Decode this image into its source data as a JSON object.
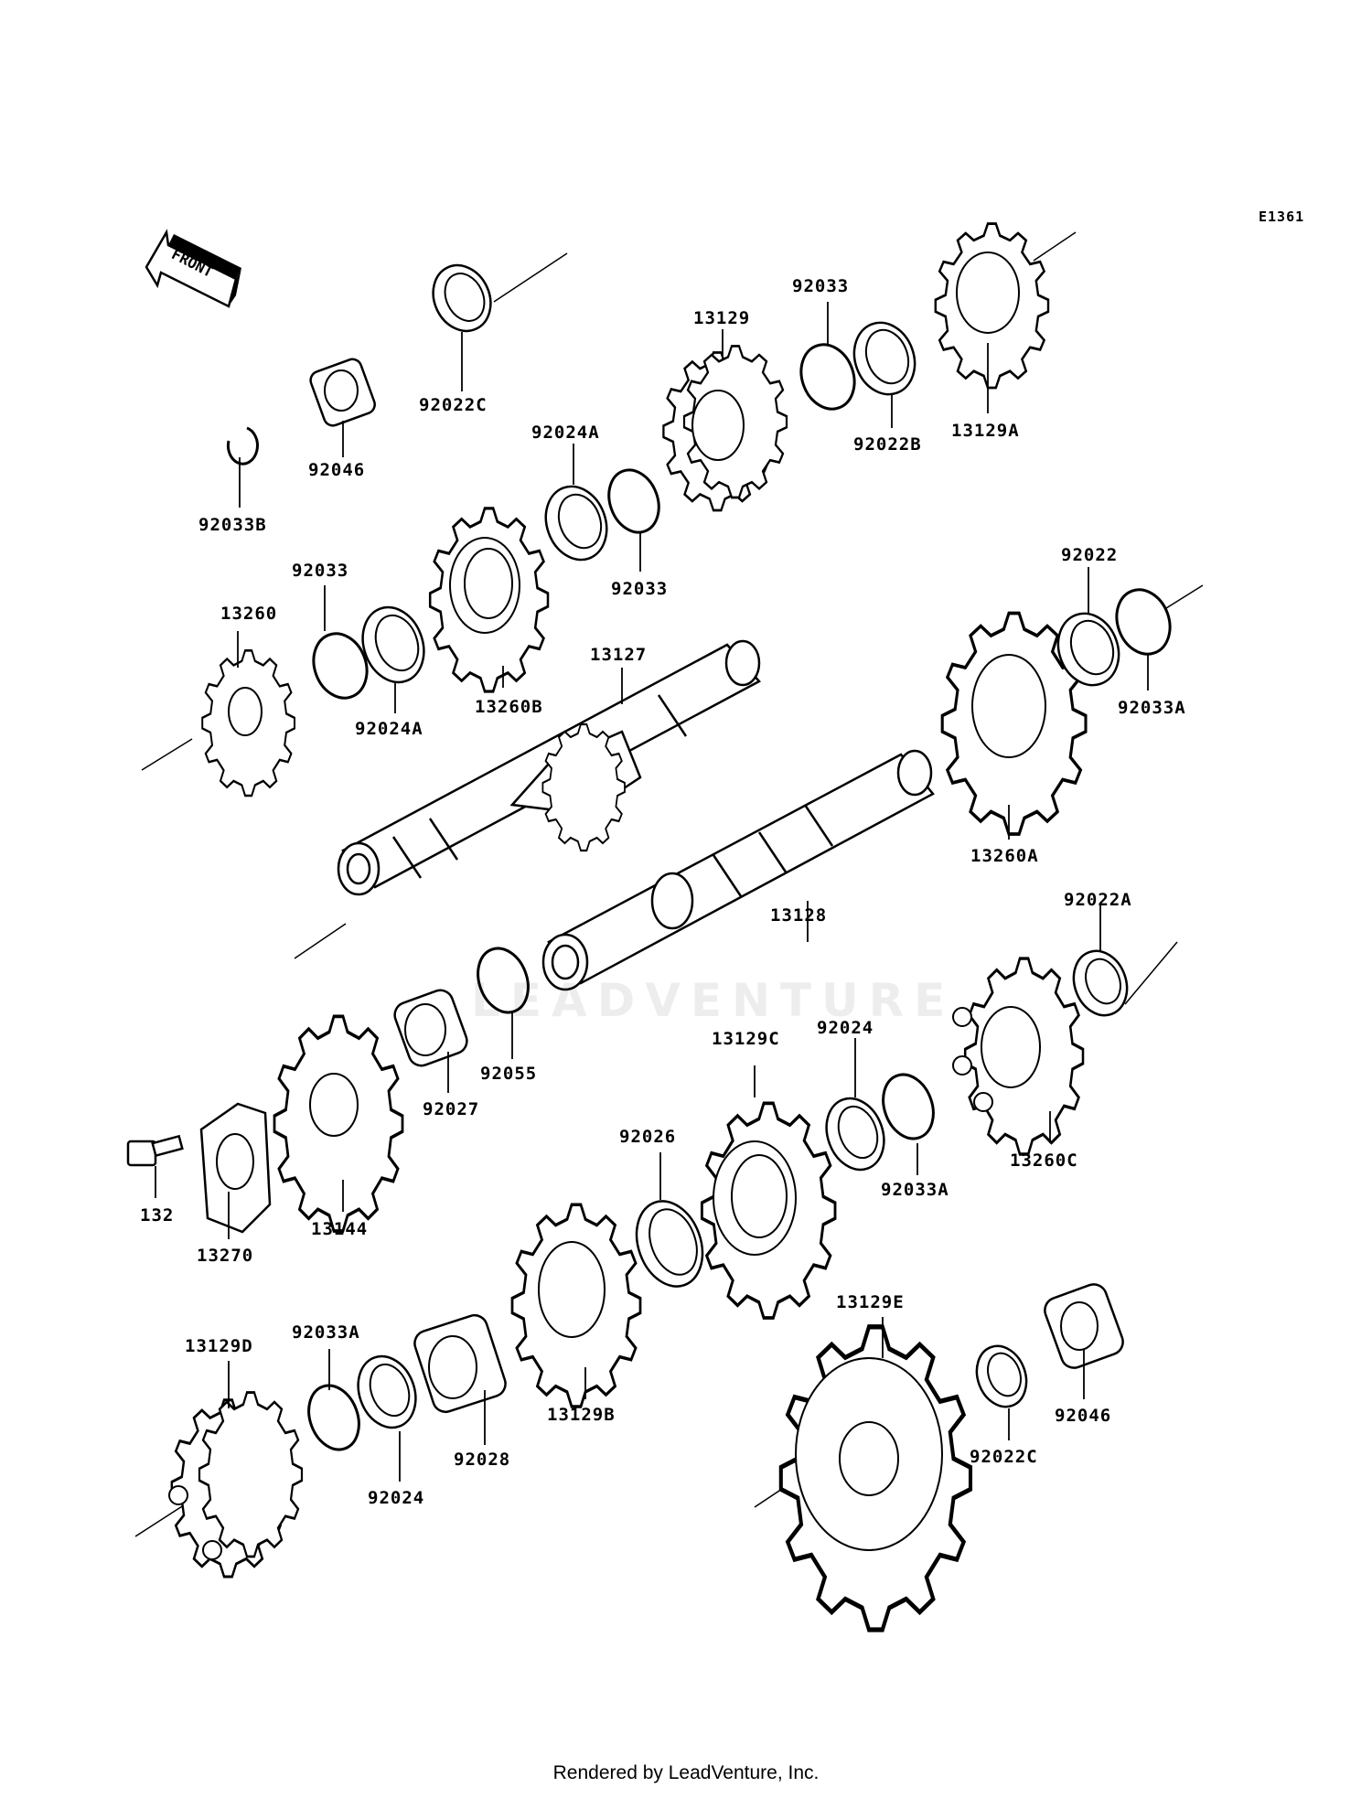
{
  "diagram": {
    "code": "E1361",
    "front_label": "FRONT",
    "watermark": "LEADVENTURE",
    "footer": "Rendered by LeadVenture, Inc.",
    "parts": [
      {
        "id": "p-92022c-top",
        "label": "92022C"
      },
      {
        "id": "p-92046-top",
        "label": "92046"
      },
      {
        "id": "p-92033b",
        "label": "92033B"
      },
      {
        "id": "p-92033-a1",
        "label": "92033"
      },
      {
        "id": "p-92024a-top",
        "label": "92024A"
      },
      {
        "id": "p-13129",
        "label": "13129"
      },
      {
        "id": "p-92033-mid",
        "label": "92033"
      },
      {
        "id": "p-92033-top",
        "label": "92033"
      },
      {
        "id": "p-92022b",
        "label": "92022B"
      },
      {
        "id": "p-13129a",
        "label": "13129A"
      },
      {
        "id": "p-13260",
        "label": "13260"
      },
      {
        "id": "p-92024a-low",
        "label": "92024A"
      },
      {
        "id": "p-13260b",
        "label": "13260B"
      },
      {
        "id": "p-13127",
        "label": "13127"
      },
      {
        "id": "p-92022",
        "label": "92022"
      },
      {
        "id": "p-92033a-r",
        "label": "92033A"
      },
      {
        "id": "p-13260a",
        "label": "13260A"
      },
      {
        "id": "p-13128",
        "label": "13128"
      },
      {
        "id": "p-92022a",
        "label": "92022A"
      },
      {
        "id": "p-92055",
        "label": "92055"
      },
      {
        "id": "p-92027",
        "label": "92027"
      },
      {
        "id": "p-13129c",
        "label": "13129C"
      },
      {
        "id": "p-92024-mid",
        "label": "92024"
      },
      {
        "id": "p-13260c",
        "label": "13260C"
      },
      {
        "id": "p-92033a-mid",
        "label": "92033A"
      },
      {
        "id": "p-92026",
        "label": "92026"
      },
      {
        "id": "p-132",
        "label": "132"
      },
      {
        "id": "p-13270",
        "label": "13270"
      },
      {
        "id": "p-13144",
        "label": "13144"
      },
      {
        "id": "p-13129d",
        "label": "13129D"
      },
      {
        "id": "p-92033a-low",
        "label": "92033A"
      },
      {
        "id": "p-92024-low",
        "label": "92024"
      },
      {
        "id": "p-92028",
        "label": "92028"
      },
      {
        "id": "p-13129b",
        "label": "13129B"
      },
      {
        "id": "p-13129e",
        "label": "13129E"
      },
      {
        "id": "p-92022c-low",
        "label": "92022C"
      },
      {
        "id": "p-92046-low",
        "label": "92046"
      }
    ]
  }
}
